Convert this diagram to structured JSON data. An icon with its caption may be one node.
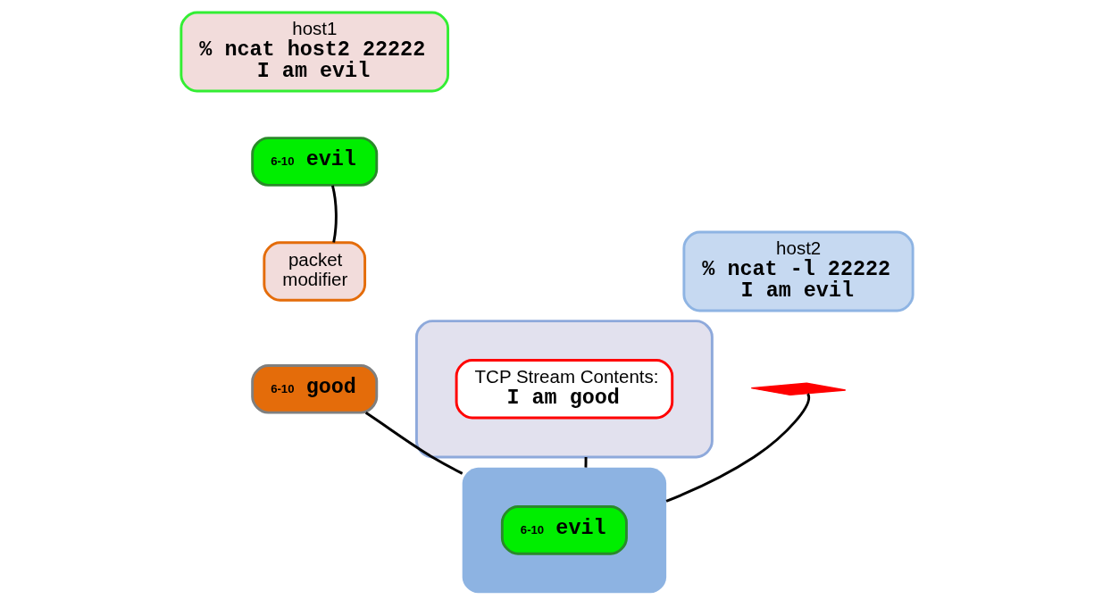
{
  "diagram": {
    "nodes": [
      {
        "text": [
          "host1",
          "% ncat host2 22222",
          "I am evil"
        ]
      },
      {
        "text": [
          "6-10",
          "evil"
        ]
      },
      {
        "text": [
          "packet",
          "modifier"
        ]
      },
      {
        "text": [
          "6-10",
          "good"
        ]
      },
      {
        "text": [],
        "shape": "box"
      },
      {
        "text": [
          "TCP Stream Contents:",
          "I am good"
        ],
        "in": 4
      },
      {
        "text": [
          "host2",
          "% ncat -l 22222",
          "I am evil"
        ]
      },
      {
        "text": [],
        "shape": "cross"
      },
      {
        "text": [],
        "shape": "cloud"
      },
      {
        "text": [
          "6-10",
          "evil"
        ],
        "in": 8
      }
    ],
    "edges": [
      {
        "from": 1,
        "to": 2,
        "arrow": "none"
      },
      {
        "from": 3,
        "to": 8,
        "arrow": "none"
      },
      {
        "from": 4,
        "to": 8,
        "arrow": "none"
      },
      {
        "from": 7,
        "to": 8,
        "arrow": "none"
      }
    ]
  }
}
